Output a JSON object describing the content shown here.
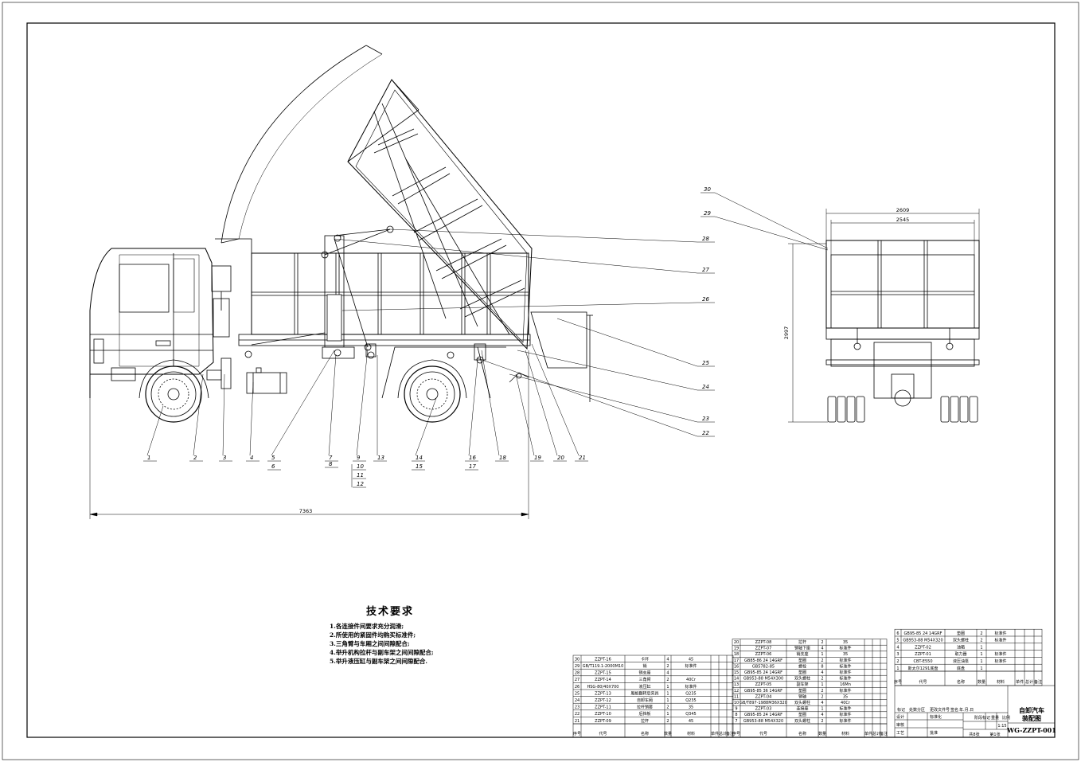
{
  "drawing": {
    "tech_title": "技术要求",
    "tech_notes": [
      "1.各连接件间要求充分润滑;",
      "2.所使用的紧固件均购买标准件;",
      "3.三角臂与车厢之间间隙配合;",
      "4.举升机构拉杆与副车架之间间隙配合;",
      "5.举升液压缸与副车架之间间隙配合."
    ],
    "dims": {
      "overall_length": "7363",
      "rear_width_outer": "2609",
      "rear_width_inner": "2545",
      "rear_height": "2997"
    },
    "side_callouts_bottom": [
      "1",
      "2",
      "3",
      "4",
      "5",
      "7",
      "9",
      "13",
      "14",
      "16",
      "18",
      "19",
      "20",
      "21"
    ],
    "side_callouts_sub": [
      "6",
      "8",
      "10",
      "11",
      "12",
      "15",
      "17"
    ],
    "side_callouts_right": [
      "28",
      "27",
      "26",
      "25",
      "24",
      "23",
      "22"
    ],
    "rear_callouts": [
      "30",
      "29"
    ],
    "bom_left": [
      [
        "30",
        "ZZPT-16",
        "卡环",
        "4",
        "45",
        ""
      ],
      [
        "29",
        "GB/T119.1-2000M10",
        "销",
        "2",
        "标准件",
        ""
      ],
      [
        "28",
        "ZZPT-15",
        "销支座",
        "4",
        "",
        ""
      ],
      [
        "27",
        "ZZPT-14",
        "三角臂",
        "2",
        "40Cr",
        ""
      ],
      [
        "26",
        "HSG-80/40X700",
        "液压缸",
        "1",
        "标准件",
        ""
      ],
      [
        "25",
        "ZZPT-13",
        "厢板翻转后夹具",
        "1",
        "Q235",
        ""
      ],
      [
        "24",
        "ZZPT-12",
        "自卸车厢",
        "1",
        "Q235",
        ""
      ],
      [
        "23",
        "ZZPT-11",
        "拉杆销套",
        "2",
        "35",
        ""
      ],
      [
        "22",
        "ZZPT-10",
        "后挡板",
        "1",
        "Q345",
        ""
      ],
      [
        "21",
        "ZZPT-09",
        "拉杆",
        "2",
        "45",
        ""
      ]
    ],
    "bom_mid": [
      [
        "20",
        "ZZPT-08",
        "拉杆",
        "2",
        "35",
        ""
      ],
      [
        "19",
        "ZZPT-07",
        "销轴下座",
        "4",
        "标准件",
        ""
      ],
      [
        "18",
        "ZZPT-06",
        "销支座",
        "1",
        "35",
        ""
      ],
      [
        "17",
        "GB85-86 24 14GRF",
        "垫圈",
        "2",
        "标准件",
        ""
      ],
      [
        "16",
        "GB5782-85",
        "螺栓",
        "8",
        "标准件",
        ""
      ],
      [
        "15",
        "GB95-85 24 14GRF",
        "垫圈",
        "4",
        "标准件",
        ""
      ],
      [
        "14",
        "GB953-88 M54X300",
        "双头螺柱",
        "2",
        "标准件",
        ""
      ],
      [
        "13",
        "ZZPT-05",
        "副车架",
        "1",
        "16Mn",
        ""
      ],
      [
        "12",
        "GB95-85 36 14GRF",
        "垫圈",
        "2",
        "标准件",
        ""
      ],
      [
        "11",
        "ZZPT-04",
        "销轴",
        "2",
        "35",
        ""
      ],
      [
        "10",
        "GB/T897-1988M36X320",
        "双头螺柱",
        "4",
        "40Cr",
        ""
      ],
      [
        "9",
        "ZZPT-03",
        "连接座",
        "1",
        "标准件",
        ""
      ],
      [
        "8",
        "GB95-85 24 14GRF",
        "垫圈",
        "4",
        "标准件",
        ""
      ],
      [
        "7",
        "GB953-88 M54X320",
        "双头螺柱",
        "2",
        "标准件",
        ""
      ]
    ],
    "bom_right": [
      [
        "6",
        "GB95-85 24 14GRF",
        "垫圈",
        "2",
        "标准件",
        ""
      ],
      [
        "5",
        "GB953-88 M54X320",
        "双头螺柱",
        "2",
        "标准件",
        ""
      ],
      [
        "4",
        "ZZPT-02",
        "油箱",
        "1",
        "",
        ""
      ],
      [
        "3",
        "ZZPT-01",
        "取力器",
        "1",
        "标准件",
        ""
      ],
      [
        "2",
        "CBT-E550",
        "液压油泵",
        "1",
        "标准件",
        ""
      ],
      [
        "1",
        "斯太尔1291底盘",
        "底盘",
        "1",
        "",
        ""
      ]
    ],
    "bom_header": [
      "序号",
      "代号",
      "名称",
      "数量",
      "材料",
      "单件",
      "总计",
      "备注"
    ],
    "bom_header_weight": "重量",
    "title_block": {
      "name_line1": "自卸汽车",
      "name_line2": "装配图",
      "code": "WG-ZZPT-001",
      "scale": "1:15",
      "sheets": "共8张",
      "sheet_no": "第1张",
      "labels": [
        "标记",
        "处数",
        "分区",
        "更改文件号",
        "签名",
        "年.月.日",
        "设计",
        "标准化",
        "审核",
        "工艺",
        "批准",
        "阶段标记",
        "重量",
        "比例"
      ]
    }
  }
}
